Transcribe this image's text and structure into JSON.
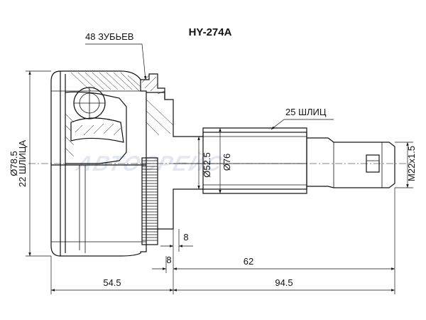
{
  "title": "HY-274A",
  "watermark": "АВТОСРЕЙС",
  "labels": {
    "teeth": "48 ЗУБЬЕВ",
    "splines_outer": "25 ШЛИЦ",
    "dia_outer": "Ø78.5",
    "splines_inner": "22 ШЛИЦА",
    "dia_52": "Ø52.5",
    "dia_76": "Ø76",
    "thread": "M22x1.5",
    "dim_8_upper": "8",
    "dim_8_lower": "8",
    "dim_62": "62",
    "dim_54": "54.5",
    "dim_94": "94.5"
  }
}
